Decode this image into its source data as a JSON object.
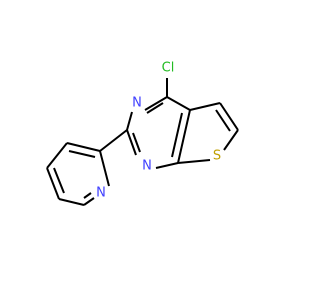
{
  "structure": {
    "labels": {
      "cl": "Cl",
      "n_pyrimidine_top": "N",
      "n_pyrimidine_bottom": "N",
      "s_thiophene": "S",
      "n_pyridine": "N"
    },
    "colors": {
      "bond": "#000000",
      "nitrogen": "#4040ff",
      "sulfur": "#c0a000",
      "chlorine": "#22bb22"
    }
  }
}
